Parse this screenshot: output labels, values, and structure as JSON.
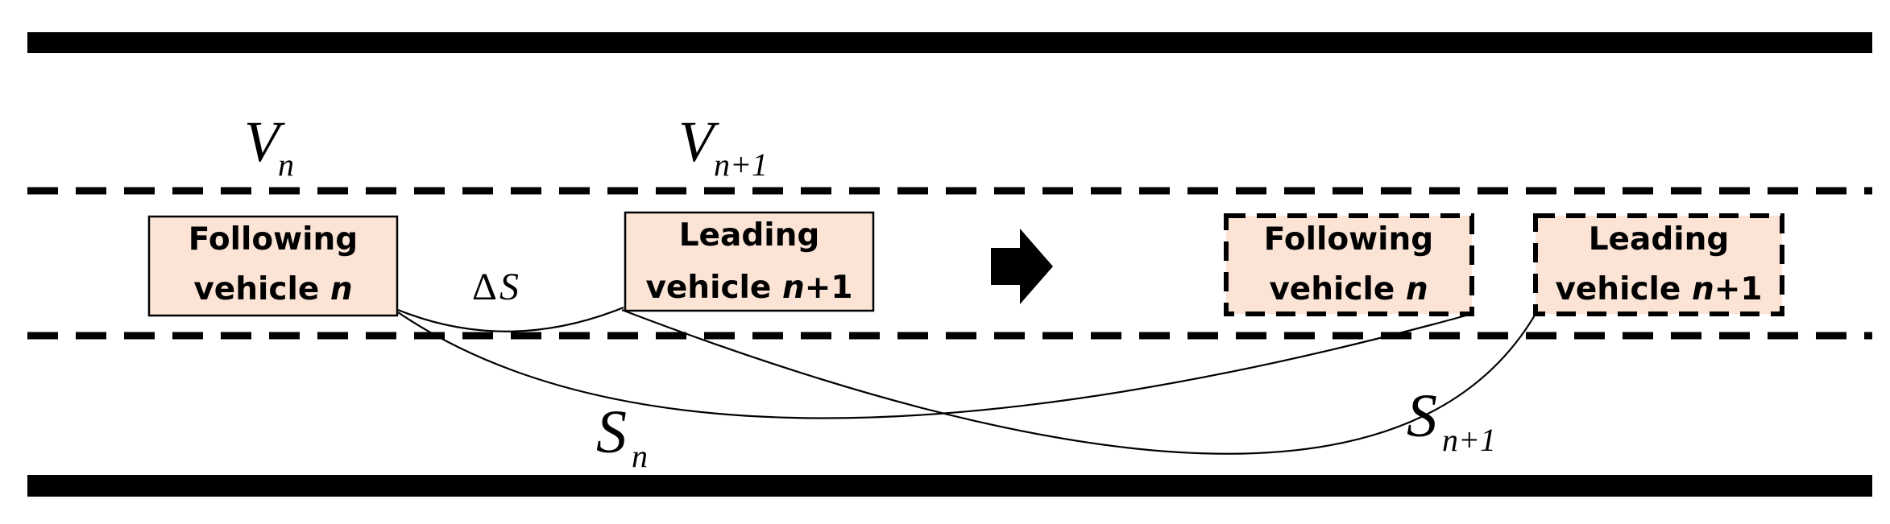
{
  "colors": {
    "road_edge": "#000000",
    "lane_line": "#000000",
    "vehicle_fill": "#fbe4d5",
    "vehicle_border": "#000000",
    "curve": "#000000",
    "arrow": "#000000"
  },
  "labels": {
    "v_n": {
      "base": "V",
      "sub": "n"
    },
    "v_n1": {
      "base": "V",
      "sub": "n+1"
    },
    "delta_s": {
      "symbol": "Δ",
      "var": "S"
    },
    "s_n": {
      "base": "S",
      "sub": "n"
    },
    "s_n1": {
      "base": "S",
      "sub": "n+1"
    }
  },
  "vehicles": {
    "following_before": {
      "line1": "Following",
      "line2_text": "vehicle ",
      "line2_var": "n",
      "line2_suffix": ""
    },
    "leading_before": {
      "line1": "Leading",
      "line2_text": "vehicle ",
      "line2_var": "n",
      "line2_suffix": "+1"
    },
    "following_after": {
      "line1": "Following",
      "line2_text": "vehicle ",
      "line2_var": "n",
      "line2_suffix": ""
    },
    "leading_after": {
      "line1": "Leading",
      "line2_text": "vehicle ",
      "line2_var": "n",
      "line2_suffix": "+1"
    }
  },
  "icons": {
    "transition": "right-arrow-icon"
  }
}
